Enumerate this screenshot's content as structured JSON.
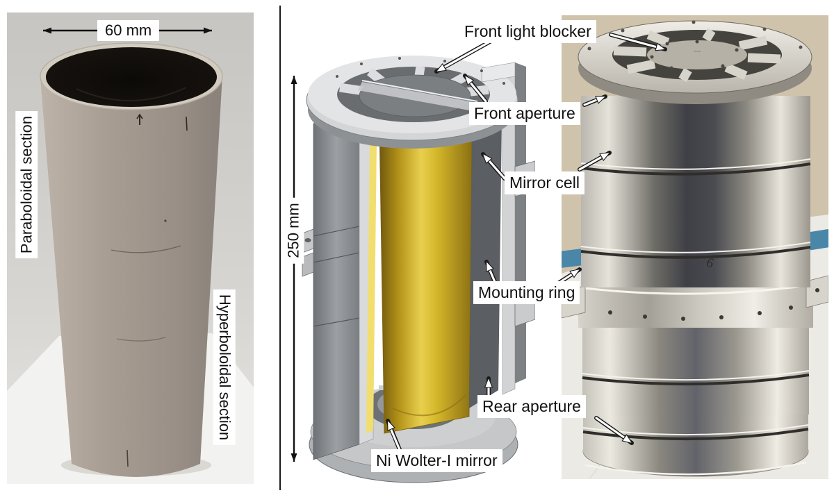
{
  "left_panel": {
    "dimension_label": "60 mm",
    "paraboloidal_label": "Paraboloidal section",
    "hyperboloidal_label": "Hyperboloidal section"
  },
  "cad_panel": {
    "dimension_label": "250 mm",
    "front_light_blocker_label": "Front light blocker",
    "front_aperture_label": "Front aperture",
    "mirror_cell_label": "Mirror cell",
    "mounting_ring_label": "Mounting ring",
    "rear_aperture_label": "Rear aperture",
    "mirror_label": "Ni Wolter-I mirror"
  },
  "photo_panel": {
    "handwritten_mark": "6"
  },
  "colors": {
    "background": "#ffffff",
    "divider": "#1a1a1a",
    "label_background": "#ffffff",
    "label_text": "#111111",
    "annotation_arrow_white": "#ffffff",
    "dimension_arrow_black": "#111111",
    "mirror_gold": "#d4b62a",
    "cad_gray": "#c5c7c9",
    "shell_tube_tan": "#a79d93",
    "assembly_steel": "#b5b1a8",
    "tape_blue": "#4a86a8"
  }
}
